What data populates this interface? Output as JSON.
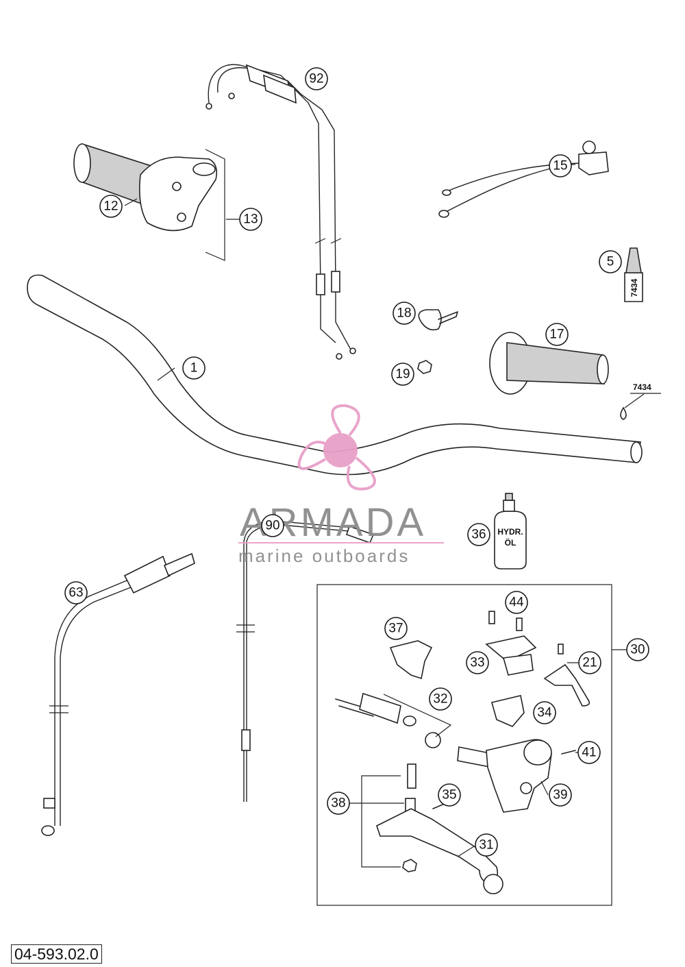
{
  "drawing_number": "04-593.02.0",
  "watermark": {
    "title": "ARMADA",
    "subtitle": "marine outboards",
    "color": "#e8a0c8"
  },
  "labels": {
    "tube_code": "7434",
    "bottle_text_line1": "HYDR.",
    "bottle_text_line2": "ÖL",
    "tube_print": "7434"
  },
  "callouts": [
    "1",
    "5",
    "12",
    "13",
    "15",
    "17",
    "18",
    "19",
    "21",
    "30",
    "31",
    "32",
    "33",
    "34",
    "35",
    "36",
    "37",
    "38",
    "39",
    "41",
    "44",
    "63",
    "90",
    "92"
  ]
}
